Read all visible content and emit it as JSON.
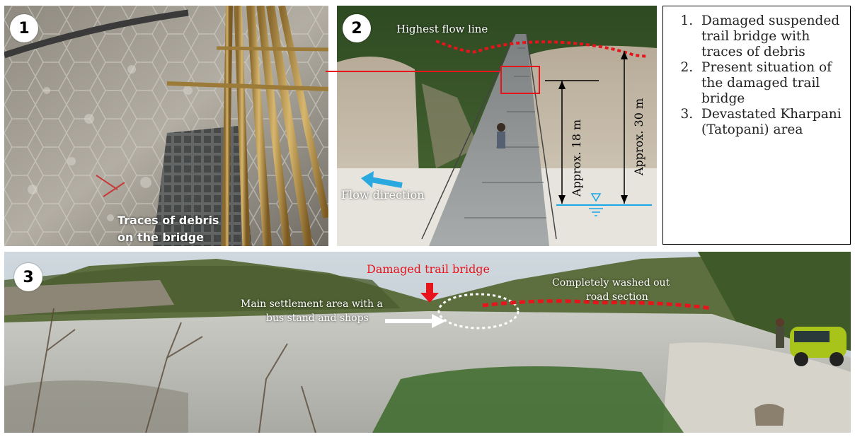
{
  "panels": [
    {
      "number": "1",
      "caption_line1": "Traces of debris",
      "caption_line2": "on the bridge"
    },
    {
      "number": "2",
      "highest_flow_line": "Highest flow line",
      "flow_direction": "Flow direction",
      "approx_18": "Approx. 18 m",
      "approx_30": "Approx. 30 m"
    },
    {
      "number": "3",
      "damaged_bridge": "Damaged trail bridge",
      "settlement_line1": "Main settlement area with a",
      "settlement_line2": "bus stand and shops",
      "washed_line1": "Completely washed out",
      "washed_line2": "road section"
    }
  ],
  "legend": [
    "Damaged suspended trail bridge with traces of debris",
    "Present situation of the damaged trail bridge",
    "Devastated Kharpani (Tatopani) area"
  ],
  "colors": {
    "annotation_red": "#e8141c",
    "water_blue": "#1aa7e6",
    "arrow_blue": "#29a9e0"
  }
}
